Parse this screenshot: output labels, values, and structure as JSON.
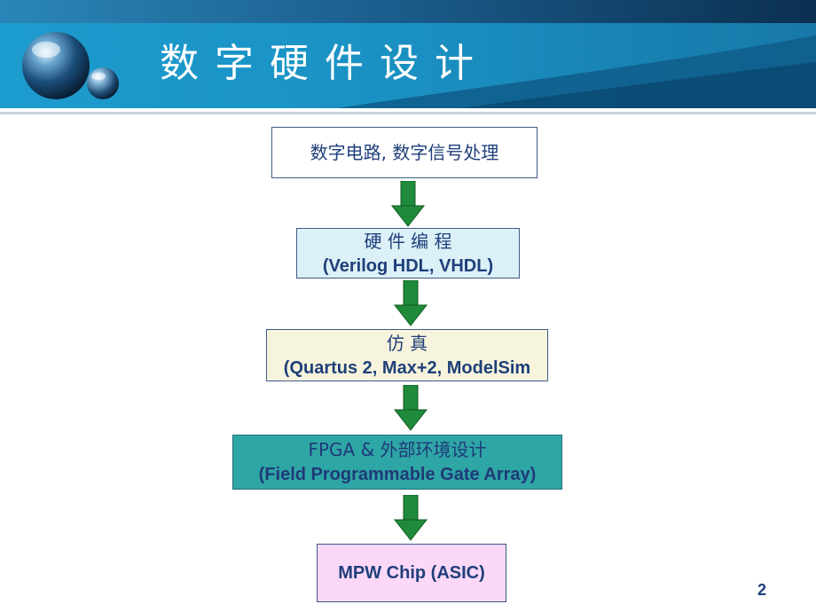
{
  "header": {
    "title": "数字硬件设计"
  },
  "flow": {
    "steps": [
      {
        "line1": "数字电路, 数字信号处理",
        "line2": ""
      },
      {
        "line1": "硬 件 编 程",
        "line2": "(Verilog HDL, VHDL)"
      },
      {
        "line1": "仿 真",
        "line2": "(Quartus 2, Max+2, ModelSim"
      },
      {
        "line1": "FPGA & 外部环境设计",
        "line2": "(Field Programmable Gate Array)"
      },
      {
        "line1": "MPW Chip (ASIC)",
        "line2": ""
      }
    ]
  },
  "footer": {
    "page_number": "2"
  },
  "colors": {
    "header_dark": "#0d3a5c",
    "header_teal": "#1a8fb8",
    "text_blue": "#1f3f7a",
    "arrow_green": "#1f8a3a",
    "box2_fill": "#dcf0f7",
    "box3_fill": "#f6f4dc",
    "box4_fill": "#2fa6a6",
    "box5_fill": "#fbd8f8"
  }
}
